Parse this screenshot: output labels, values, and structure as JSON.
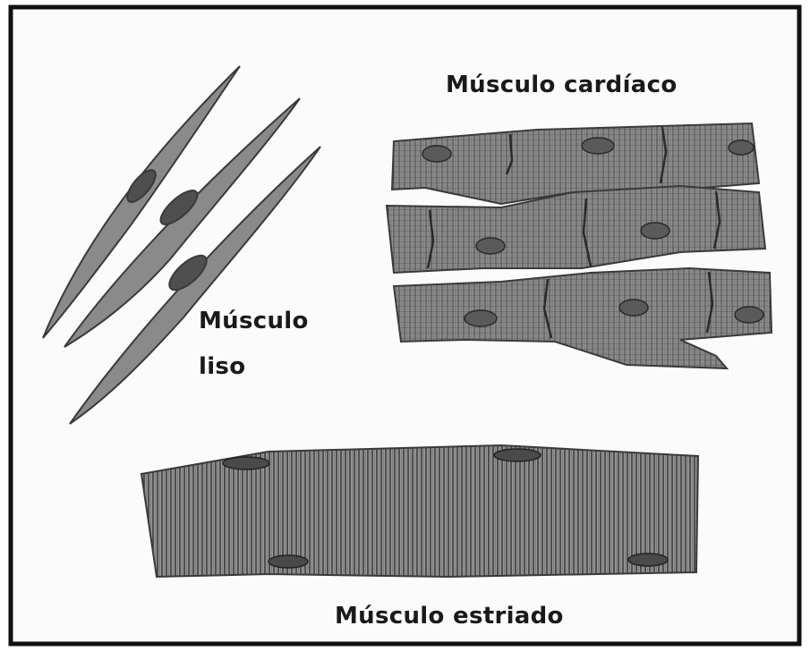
{
  "labels": {
    "cardiac": "Músculo cardíaco",
    "smooth_line1": "Músculo",
    "smooth_line2": "liso",
    "skeletal": "Músculo estriado"
  },
  "colors": {
    "frame": "#111111",
    "panel": "#fbfbfb",
    "tissue": "#8c8c8c",
    "tissue_dark": "#4a4a4a",
    "nucleus": "#5a5a5a"
  }
}
